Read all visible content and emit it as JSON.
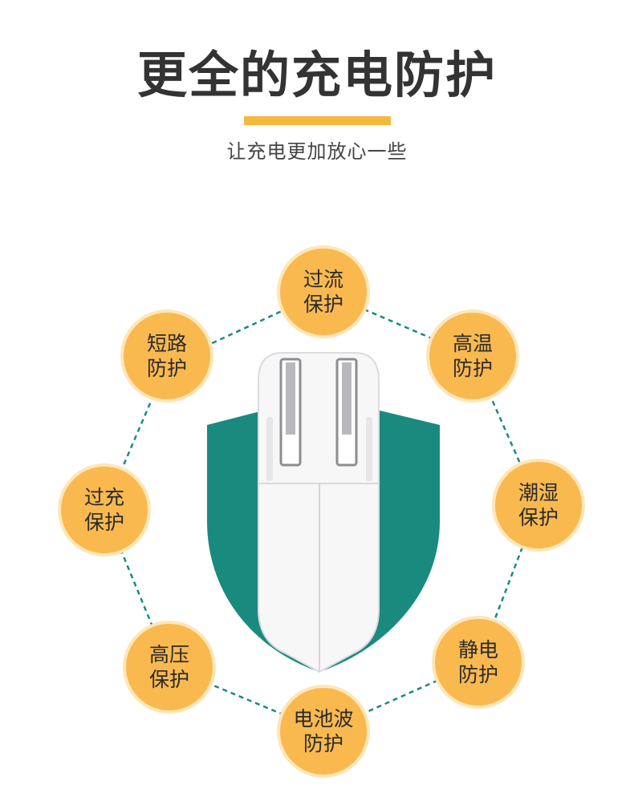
{
  "header": {
    "title": "更全的充电防护",
    "subtitle": "让充电更加放心一些"
  },
  "colors": {
    "accent": "#f6b83c",
    "badge": "#f9b94f",
    "shield": "#1b8a7e",
    "dashed_line": "#1b8a7e"
  },
  "badges": [
    {
      "line1": "过流",
      "line2": "保护"
    },
    {
      "line1": "高温",
      "line2": "防护"
    },
    {
      "line1": "潮湿",
      "line2": "保护"
    },
    {
      "line1": "静电",
      "line2": "防护"
    },
    {
      "line1": "电池波",
      "line2": "防护"
    },
    {
      "line1": "高压",
      "line2": "保护"
    },
    {
      "line1": "过充",
      "line2": "保护"
    },
    {
      "line1": "短路",
      "line2": "防护"
    }
  ]
}
